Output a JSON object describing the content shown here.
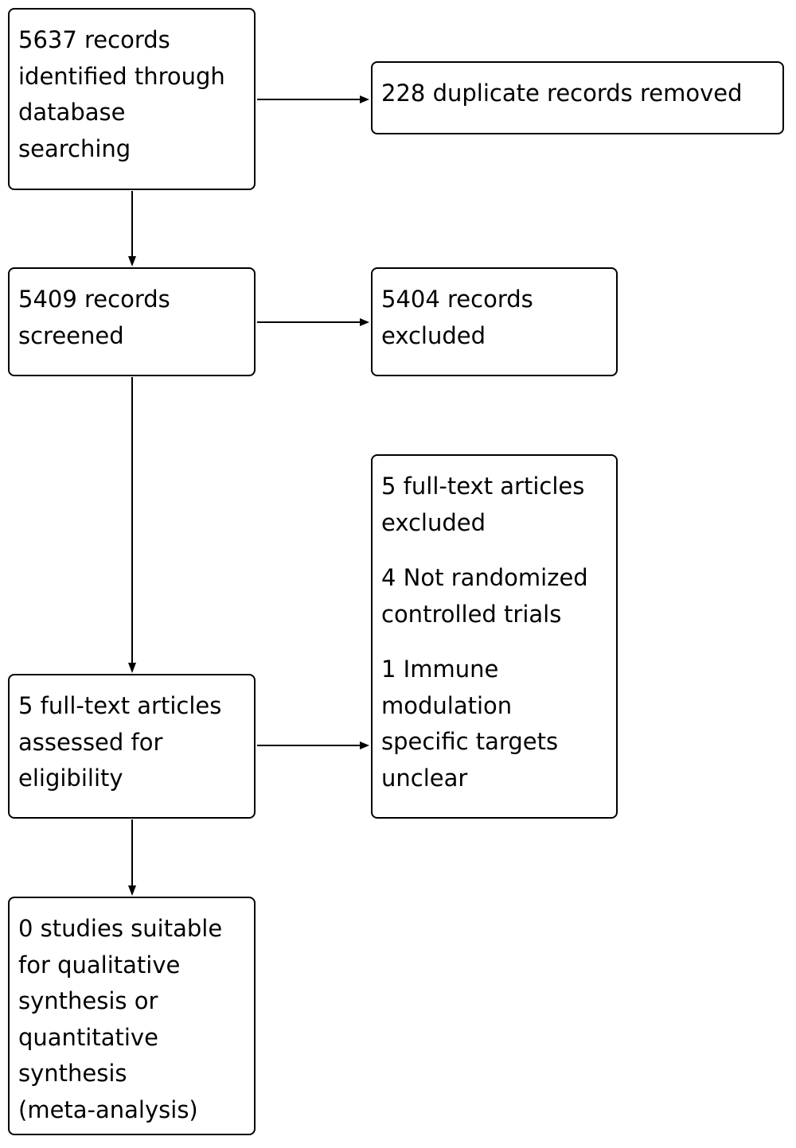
{
  "flowchart": {
    "identified": {
      "lines": [
        "5637 records",
        "identified through",
        "database",
        "searching"
      ]
    },
    "duplicates": {
      "lines": [
        "228 duplicate records removed"
      ]
    },
    "screened": {
      "lines": [
        "5409 records",
        "screened"
      ]
    },
    "excluded_records": {
      "lines": [
        "5404 records",
        "excluded"
      ]
    },
    "excluded_fulltext": {
      "heading": [
        "5 full-text articles",
        "excluded"
      ],
      "reason_1": [
        "4 Not randomized",
        "controlled trials"
      ],
      "reason_2": [
        "1 Immune",
        "modulation",
        "specific targets",
        "unclear"
      ]
    },
    "assessed": {
      "lines": [
        "5 full-text articles",
        "assessed for",
        "eligibility"
      ]
    },
    "included": {
      "lines": [
        "0 studies suitable",
        "for qualitative",
        "synthesis or",
        "quantitative",
        "synthesis",
        "(meta-analysis)"
      ]
    }
  }
}
